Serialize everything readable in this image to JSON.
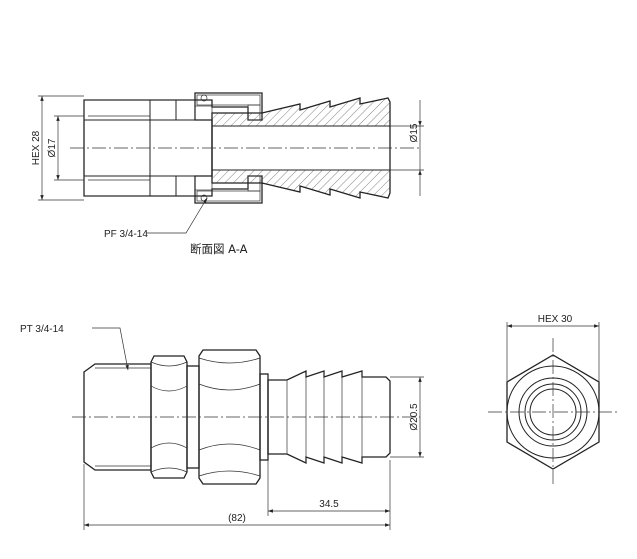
{
  "section_view": {
    "hex_label": "HEX 28",
    "inner_dia_label": "Ø17",
    "barb_dia_label": "Ø15",
    "thread_label": "PF 3/4-14",
    "caption": "断面図 A-A"
  },
  "side_view": {
    "thread_label": "PT 3/4-14",
    "barb_dia_label": "Ø20.5",
    "barb_length_label": "34.5",
    "overall_length_label": "(82)"
  },
  "end_view": {
    "hex_label": "HEX 30"
  }
}
